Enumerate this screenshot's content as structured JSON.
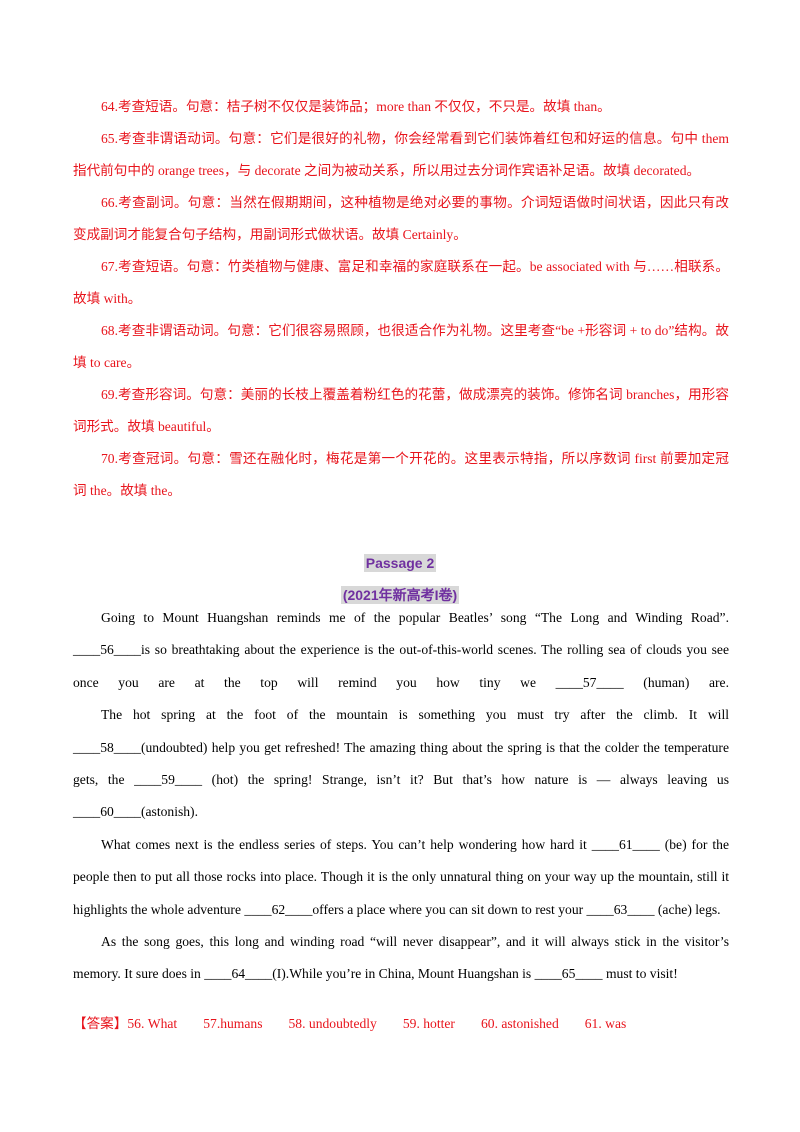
{
  "analysis": [
    "64.考查短语。句意：桔子树不仅仅是装饰品；more than 不仅仅，不只是。故填 than。",
    "65.考查非谓语动词。句意：它们是很好的礼物，你会经常看到它们装饰着红包和好运的信息。句中 them 指代前句中的 orange trees，与 decorate 之间为被动关系，所以用过去分词作宾语补足语。故填 decorated。",
    "66.考查副词。句意：当然在假期期间，这种植物是绝对必要的事物。介词短语做时间状语，因此只有改变成副词才能复合句子结构，用副词形式做状语。故填 Certainly。",
    "67.考查短语。句意：竹类植物与健康、富足和幸福的家庭联系在一起。be associated with 与……相联系。故填 with。",
    "68.考查非谓语动词。句意：它们很容易照顾，也很适合作为礼物。这里考查“be +形容词 + to do”结构。故填 to care。",
    "69.考查形容词。句意：美丽的长枝上覆盖着粉红色的花蕾，做成漂亮的装饰。修饰名词 branches，用形容词形式。故填 beautiful。",
    "70.考查冠词。句意：雪还在融化时，梅花是第一个开花的。这里表示特指，所以序数词 first 前要加定冠词 the。故填 the。"
  ],
  "passage_title": "Passage 2",
  "passage_subtitle": "(2021年新高考I卷)",
  "passage": [
    "Going to Mount Huangshan reminds me of the popular Beatles’ song “The Long and Winding Road”. ____56____is so breathtaking about the experience is the out-of-this-world scenes. The rolling sea of clouds you see once you are at the top will remind you how tiny we ____57____ (human) are.",
    "The hot spring at the foot of the mountain is something you must try after the climb. It will ____58____(undoubted) help you get refreshed! The amazing thing about the spring is that the colder the temperature gets, the ____59____ (hot) the spring! Strange, isn’t it? But that’s how nature is — always leaving us ____60____(astonish).",
    "What comes next is the endless series of steps. You can’t help wondering how hard it ____61____ (be) for the people then to put all those rocks into place. Though it is the only unnatural thing on your way up the mountain, still it highlights the whole adventure ____62____offers a place where you can sit down to rest your ____63____ (ache) legs.",
    "As the song goes, this long and winding road “will never disappear”, and it will always stick in the visitor’s memory. It sure does in ____64____(I).While you’re in China, Mount Huangshan is ____65____ must to visit!"
  ],
  "answer": {
    "label": "【答案】",
    "items": [
      "56. What",
      "57.humans",
      "58. undoubtedly",
      "59. hotter",
      "60. astonished",
      "61. was"
    ]
  }
}
